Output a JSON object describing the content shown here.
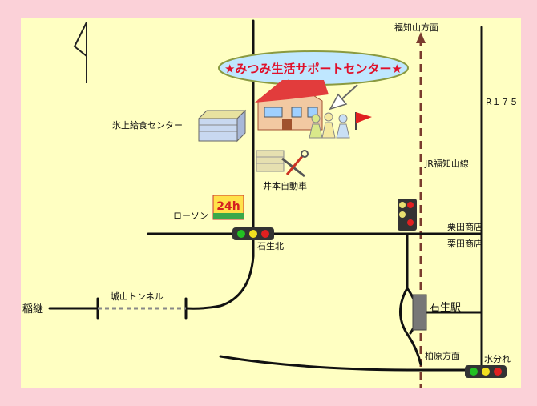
{
  "title": "★みつみ生活サポートセンター★",
  "labels": {
    "fukuchiyama_dir": "福知山方面",
    "route": "R１７５",
    "hikami_center": "氷上給食センター",
    "imoto_jidosha": "井本自動車",
    "jr_line": "JR福知山線",
    "lawson": "ローソン",
    "lawson_sign": "24h",
    "kurita_1": "栗田商店",
    "kurita_2": "栗田商店",
    "ishiu_kita": "石生北",
    "shiroyama_tunnel": "城山トンネル",
    "inatsugi": "稲継",
    "ishiu_station": "石生駅",
    "kaibara_dir": "柏原方面",
    "mizuwakare": "水分れ"
  },
  "colors": {
    "background": "#fbd1d8",
    "map": "#ffffc2",
    "title_oval": "#bfe7ff",
    "title_text": "#e0102a",
    "railway": "#7a3b2e"
  },
  "icons": [
    "north-arrow-icon",
    "building-icon",
    "house-icon",
    "people-icon",
    "flag-icon",
    "garage-icon",
    "tools-icon",
    "convenience-store-icon",
    "traffic-light-icon",
    "station-icon",
    "pointer-arrow-icon"
  ]
}
